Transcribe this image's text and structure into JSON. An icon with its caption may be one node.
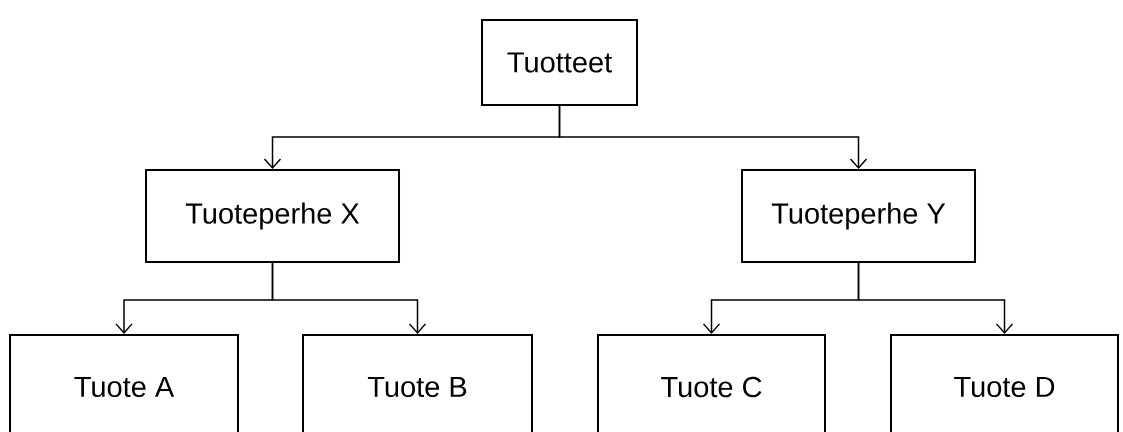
{
  "diagram": {
    "nodes": [
      {
        "text": [
          "Tuotteet"
        ]
      },
      {
        "text": [
          "Tuoteperhe X"
        ]
      },
      {
        "text": [
          "Tuoteperhe Y"
        ]
      },
      {
        "text": [
          "Tuote A"
        ]
      },
      {
        "text": [
          "Tuote B"
        ]
      },
      {
        "text": [
          "Tuote C"
        ]
      },
      {
        "text": [
          "Tuote D"
        ]
      }
    ],
    "edges": [
      {
        "from": 0,
        "to": 1,
        "arrow": "to"
      },
      {
        "from": 0,
        "to": 2,
        "arrow": "to"
      },
      {
        "from": 1,
        "to": 3,
        "arrow": "to"
      },
      {
        "from": 1,
        "to": 4,
        "arrow": "to"
      },
      {
        "from": 2,
        "to": 5,
        "arrow": "to"
      },
      {
        "from": 2,
        "to": 6,
        "arrow": "to"
      }
    ]
  }
}
